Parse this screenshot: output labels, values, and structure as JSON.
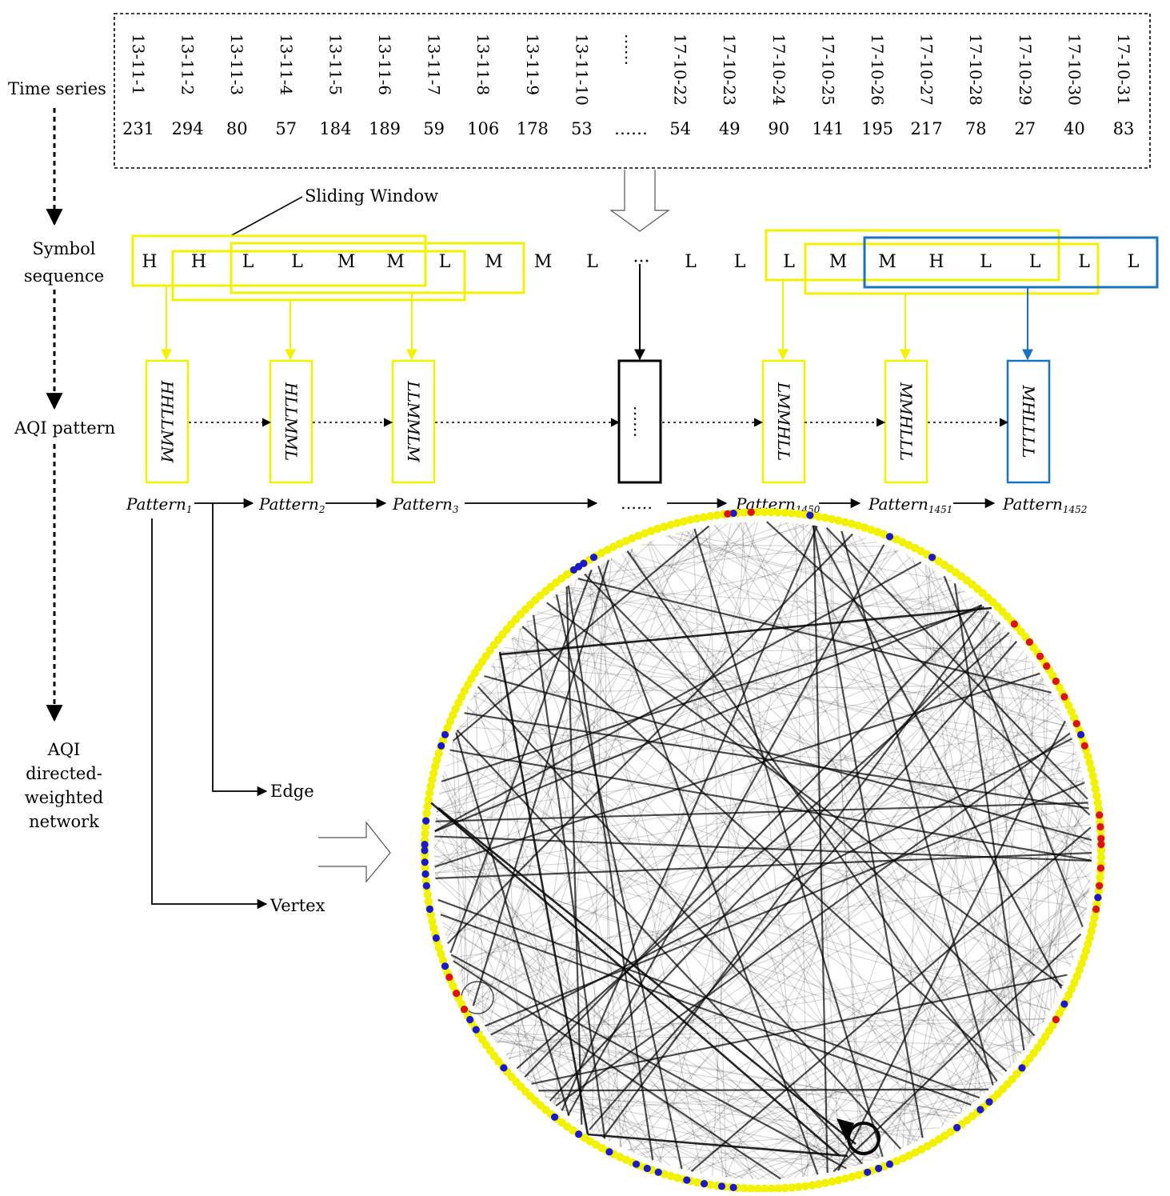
{
  "labels": {
    "time_series": "Time series",
    "symbol_sequence": [
      "Symbol",
      "sequence"
    ],
    "aqi_pattern": "AQI pattern",
    "network": [
      "AQI",
      "directed-",
      "weighted",
      "network"
    ],
    "sliding_window": "Sliding Window",
    "edge": "Edge",
    "vertex": "Vertex"
  },
  "time_series": {
    "dates": [
      "13-11-1",
      "13-11-2",
      "13-11-3",
      "13-11-4",
      "13-11-5",
      "13-11-6",
      "13-11-7",
      "13-11-8",
      "13-11-9",
      "13-11-10",
      "……",
      "17-10-22",
      "17-10-23",
      "17-10-24",
      "17-10-25",
      "17-10-26",
      "17-10-27",
      "17-10-28",
      "17-10-29",
      "17-10-30",
      "17-10-31"
    ],
    "values": [
      "231",
      "294",
      "80",
      "57",
      "184",
      "189",
      "59",
      "106",
      "178",
      "53",
      "……",
      "54",
      "49",
      "90",
      "141",
      "195",
      "217",
      "78",
      "27",
      "40",
      "83"
    ]
  },
  "symbols": [
    "H",
    "H",
    "L",
    "L",
    "M",
    "M",
    "L",
    "M",
    "M",
    "L",
    "···",
    "L",
    "L",
    "L",
    "M",
    "M",
    "H",
    "L",
    "L",
    "L",
    "L"
  ],
  "patterns": [
    {
      "code": "HHLLMM",
      "name": "Pattern",
      "sub": "1",
      "color": "#f2f200"
    },
    {
      "code": "HLLMML",
      "name": "Pattern",
      "sub": "2",
      "color": "#f2f200"
    },
    {
      "code": "LLMMLM",
      "name": "Pattern",
      "sub": "3",
      "color": "#f2f200"
    },
    {
      "code": "……",
      "name": "",
      "sub": "",
      "color": "#000000"
    },
    {
      "code": "LMMHLL",
      "name": "Pattern",
      "sub": "1450",
      "color": "#f2f200"
    },
    {
      "code": "MMHLLL",
      "name": "Pattern",
      "sub": "1451",
      "color": "#f2f200"
    },
    {
      "code": "MHLLLL",
      "name": "Pattern",
      "sub": "1452",
      "color": "#1a73c0"
    }
  ],
  "pattern_ellipsis": "……",
  "colors": {
    "window_yellow": "#f2f200",
    "window_blue": "#1a73c0",
    "node_yellow": "#f2f200",
    "node_blue": "#1a1acc",
    "node_red": "#dd1111"
  }
}
